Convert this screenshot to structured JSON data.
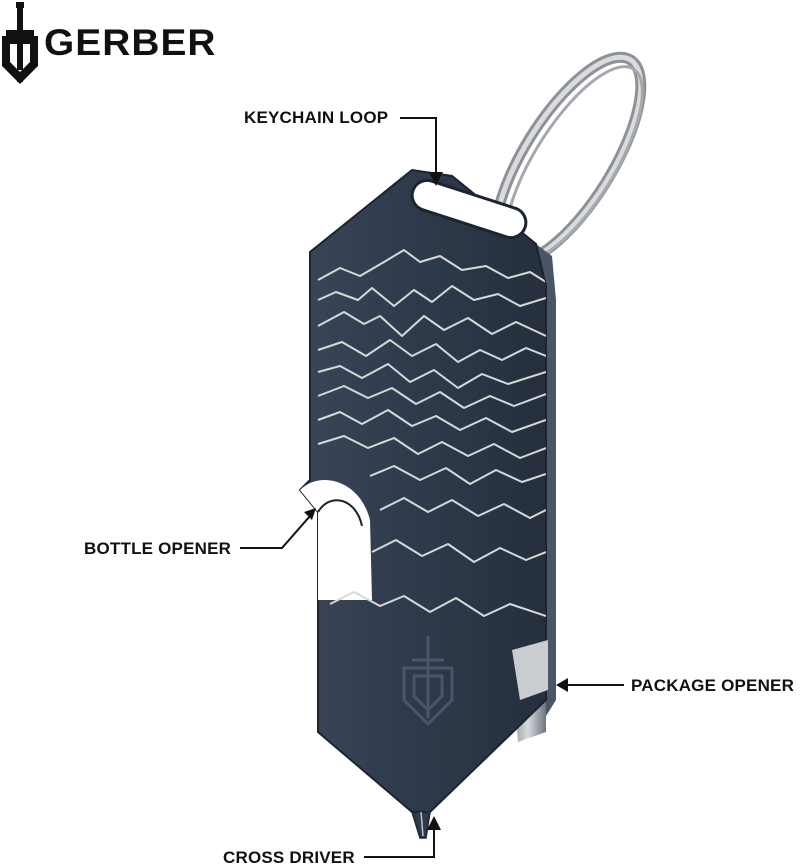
{
  "brand": {
    "name": "GERBER",
    "logo_icon": "gerber-shield-sword-icon"
  },
  "product": {
    "name": "keychain multi-tool",
    "body_color": "#2f3b4c",
    "engraving_color": "#d8d8d8",
    "ring_color": "#b9bcc0",
    "engraving": "mountain-range-line-art",
    "emblem_icon": "gerber-shield-sword-icon"
  },
  "callouts": [
    {
      "id": "keychain-loop",
      "label": "KEYCHAIN LOOP"
    },
    {
      "id": "bottle-opener",
      "label": "BOTTLE OPENER"
    },
    {
      "id": "package-opener",
      "label": "PACKAGE OPENER"
    },
    {
      "id": "cross-driver",
      "label": "CROSS DRIVER"
    }
  ],
  "colors": {
    "text": "#111111",
    "background": "#ffffff"
  }
}
